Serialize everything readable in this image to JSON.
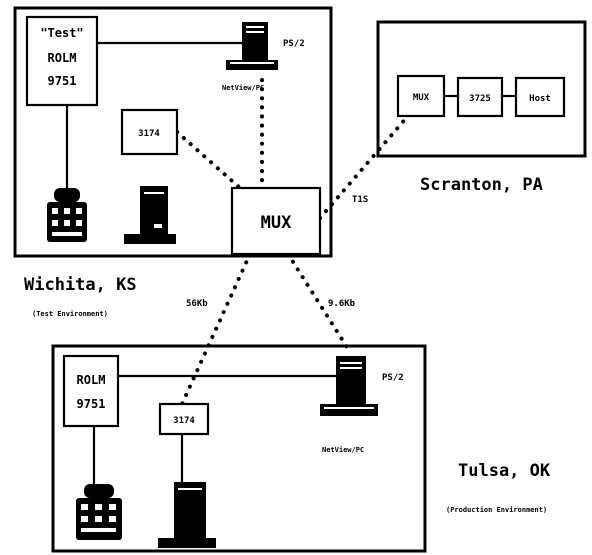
{
  "sites": {
    "wichita": {
      "name": "Wichita, KS",
      "note": "(Test Environment)"
    },
    "scranton": {
      "name": "Scranton, PA"
    },
    "tulsa": {
      "name": "Tulsa, OK",
      "note": "(Production Environment)"
    }
  },
  "wichita_nodes": {
    "rolm": [
      "\"Test\"",
      "ROLM",
      "9751"
    ],
    "ps2": "PS/2",
    "netview": "NetView/PC",
    "dtm": "3174",
    "mux": "MUX"
  },
  "scranton_nodes": {
    "mux": "MUX",
    "ctrl": "3725",
    "host": "Host"
  },
  "tulsa_nodes": {
    "rolm": [
      "ROLM",
      "9751"
    ],
    "ps2": "PS/2",
    "netview": "NetView/PC",
    "dtm": "3174"
  },
  "links": {
    "t1": "T1S",
    "left": "56Kb",
    "right": "9.6Kb"
  }
}
